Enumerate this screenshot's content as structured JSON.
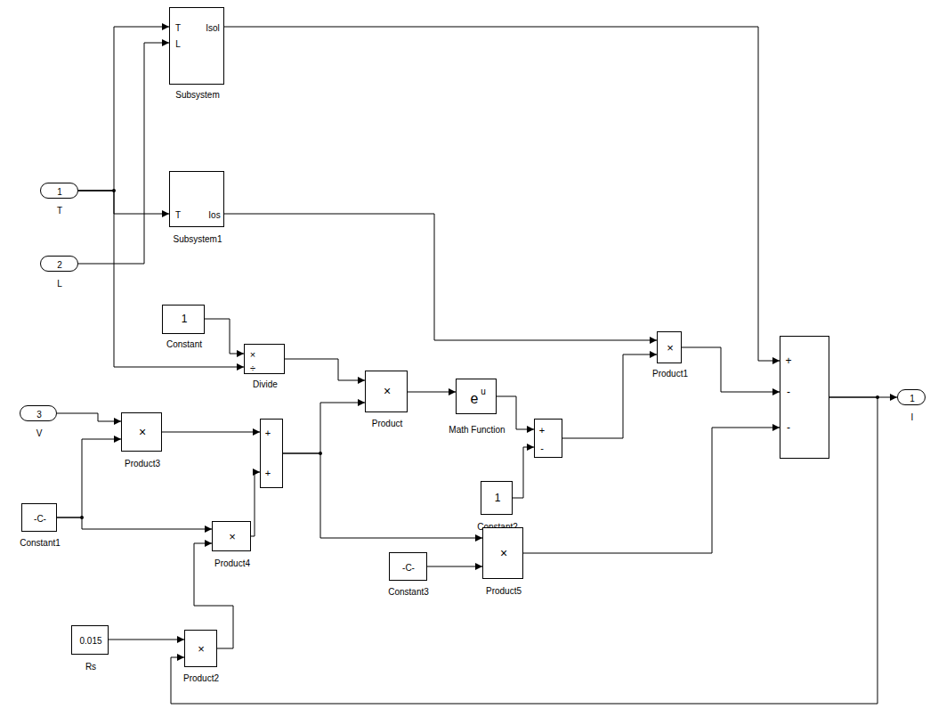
{
  "diagram": {
    "nodes": [
      {
        "text": [
          "T",
          "L",
          "Isol",
          "Subsystem"
        ]
      },
      {
        "text": [
          "1",
          "T"
        ]
      },
      {
        "text": [
          "T",
          "Ios",
          "Subsystem1"
        ]
      },
      {
        "text": [
          "2",
          "L"
        ]
      },
      {
        "text": [
          "1",
          "Constant"
        ]
      },
      {
        "text": [
          "×",
          "÷",
          "Divide"
        ]
      },
      {
        "text": [
          "×",
          "Product1"
        ]
      },
      {
        "text": [
          "×",
          "Product"
        ]
      },
      {
        "text": [
          "e",
          "u",
          "Math Function"
        ]
      },
      {
        "text": [
          "+",
          "-",
          "-"
        ]
      },
      {
        "text": [
          "1",
          "I"
        ]
      },
      {
        "text": [
          "3",
          "V"
        ]
      },
      {
        "text": [
          "×",
          "Product3"
        ]
      },
      {
        "text": [
          "+",
          "+"
        ]
      },
      {
        "text": [
          "-C-",
          "Constant1"
        ]
      },
      {
        "text": [
          "×",
          "Product4"
        ]
      },
      {
        "text": [
          "1",
          "Constant2"
        ]
      },
      {
        "text": [
          "+",
          "-"
        ]
      },
      {
        "text": [
          "-C-",
          "Constant3"
        ]
      },
      {
        "text": [
          "×",
          "Product5"
        ]
      },
      {
        "text": [
          "0.015",
          "Rs"
        ]
      },
      {
        "text": [
          "×",
          "Product2"
        ]
      }
    ],
    "edges": [
      {
        "from": 1,
        "to": 0,
        "arrow": "to"
      },
      {
        "from": 1,
        "to": 2,
        "arrow": "to"
      },
      {
        "from": 1,
        "to": 5,
        "arrow": "to"
      },
      {
        "from": 3,
        "to": 0,
        "arrow": "to"
      },
      {
        "from": 4,
        "to": 5,
        "arrow": "to"
      },
      {
        "from": 0,
        "to": 9,
        "arrow": "to"
      },
      {
        "from": 2,
        "to": 6,
        "arrow": "to"
      },
      {
        "from": 5,
        "to": 7,
        "arrow": "to"
      },
      {
        "from": 7,
        "to": 8,
        "arrow": "to"
      },
      {
        "from": 8,
        "to": 17,
        "arrow": "to"
      },
      {
        "from": 16,
        "to": 17,
        "arrow": "to"
      },
      {
        "from": 17,
        "to": 6,
        "arrow": "to"
      },
      {
        "from": 6,
        "to": 9,
        "arrow": "to"
      },
      {
        "from": 11,
        "to": 12,
        "arrow": "to"
      },
      {
        "from": 14,
        "to": 12,
        "arrow": "to"
      },
      {
        "from": 14,
        "to": 15,
        "arrow": "to"
      },
      {
        "from": 12,
        "to": 13,
        "arrow": "to"
      },
      {
        "from": 15,
        "to": 13,
        "arrow": "to"
      },
      {
        "from": 13,
        "to": 7,
        "arrow": "to"
      },
      {
        "from": 13,
        "to": 19,
        "arrow": "to"
      },
      {
        "from": 18,
        "to": 19,
        "arrow": "to"
      },
      {
        "from": 19,
        "to": 9,
        "arrow": "to"
      },
      {
        "from": 20,
        "to": 21,
        "arrow": "to"
      },
      {
        "from": 21,
        "to": 15,
        "arrow": "to"
      },
      {
        "from": 9,
        "to": 10,
        "arrow": "to"
      },
      {
        "from": 9,
        "to": 21,
        "arrow": "to"
      }
    ]
  }
}
